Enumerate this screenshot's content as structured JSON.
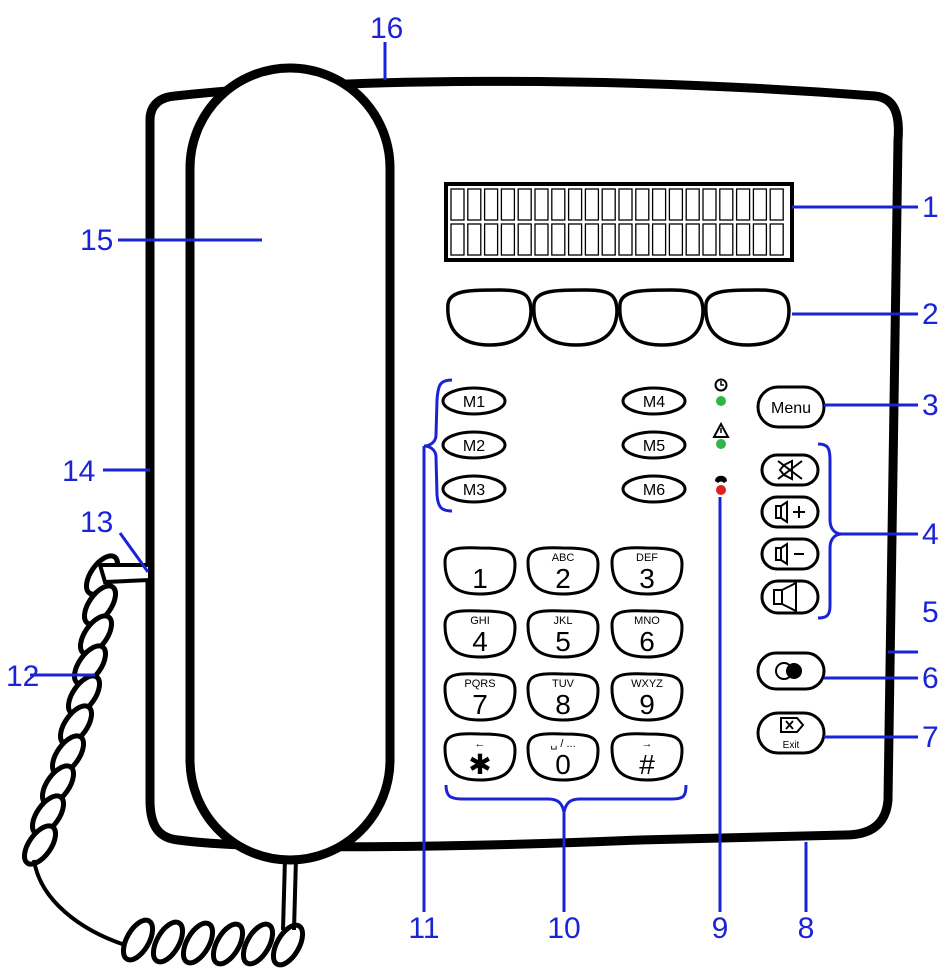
{
  "callouts": [
    "1",
    "2",
    "3",
    "4",
    "5",
    "6",
    "7",
    "8",
    "9",
    "10",
    "11",
    "12",
    "13",
    "14",
    "15",
    "16"
  ],
  "memory_keys": [
    "M1",
    "M2",
    "M3",
    "M4",
    "M5",
    "M6"
  ],
  "menu_label": "Menu",
  "exit_label": "Exit",
  "keypad": [
    {
      "digit": "1",
      "letters": ""
    },
    {
      "digit": "2",
      "letters": "ABC"
    },
    {
      "digit": "3",
      "letters": "DEF"
    },
    {
      "digit": "4",
      "letters": "GHI"
    },
    {
      "digit": "5",
      "letters": "JKL"
    },
    {
      "digit": "6",
      "letters": "MNO"
    },
    {
      "digit": "7",
      "letters": "PQRS"
    },
    {
      "digit": "8",
      "letters": "TUV"
    },
    {
      "digit": "9",
      "letters": "WXYZ"
    },
    {
      "digit": "✱",
      "letters": "←"
    },
    {
      "digit": "0",
      "letters": "␣ / ..."
    },
    {
      "digit": "#",
      "letters": "→"
    }
  ],
  "colors": {
    "callout": "#1a23d6",
    "led_green": "#2fb54a",
    "led_red": "#e0201c",
    "outline": "#000000"
  }
}
